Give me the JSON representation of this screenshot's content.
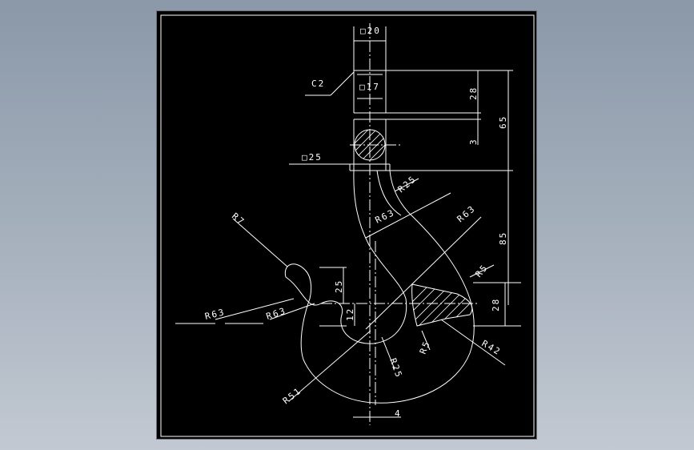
{
  "dimensions": {
    "dia_20": "□20",
    "chamfer": "C2",
    "dia_17": "□17",
    "h_28_top": "28",
    "h_65": "65",
    "h_3": "3",
    "dia_25": "□25",
    "r25_top": "R25",
    "r63_a": "R63",
    "r63_b": "R63",
    "r7": "R7",
    "h_85": "85",
    "r5_right": "R5",
    "h_25": "25",
    "h_28_right": "28",
    "h_12": "12",
    "r63_left_outer": "R63",
    "r63_left_inner": "R63",
    "r5_low": "R5",
    "r42": "R42",
    "r25_low": "R25",
    "r51": "R51",
    "w_4": "4"
  }
}
